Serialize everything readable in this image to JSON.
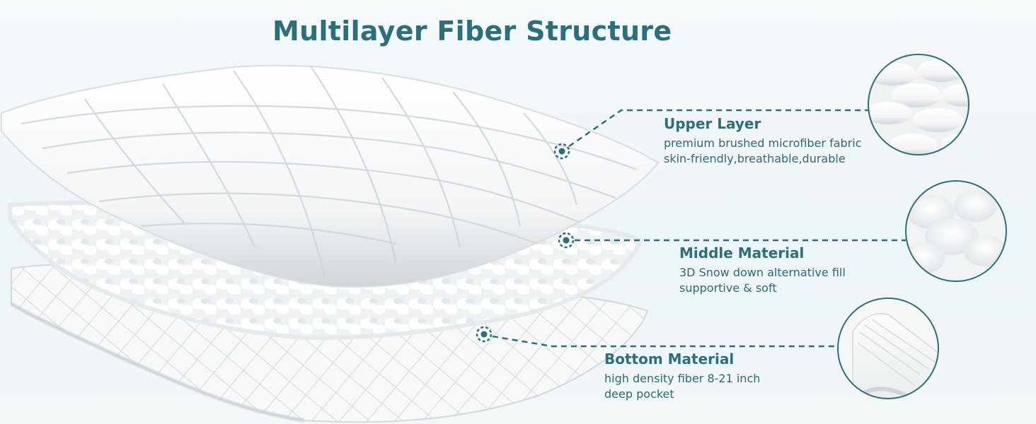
{
  "title": "Multilayer Fiber Structure",
  "colors": {
    "accent": "#2b6f7c",
    "text": "#2f6874",
    "background": "#f2f7f8"
  },
  "layers": [
    {
      "id": "upper",
      "name": "Upper Layer",
      "lines": [
        "premium brushed microfiber fabric",
        "skin-friendly,breathable,durable"
      ]
    },
    {
      "id": "middle",
      "name": "Middle Material",
      "lines": [
        "3D Snow down alternative fill",
        "supportive & soft"
      ]
    },
    {
      "id": "bottom",
      "name": "Bottom Material",
      "lines": [
        "high density fiber 8-21 inch",
        "deep pocket"
      ]
    }
  ]
}
